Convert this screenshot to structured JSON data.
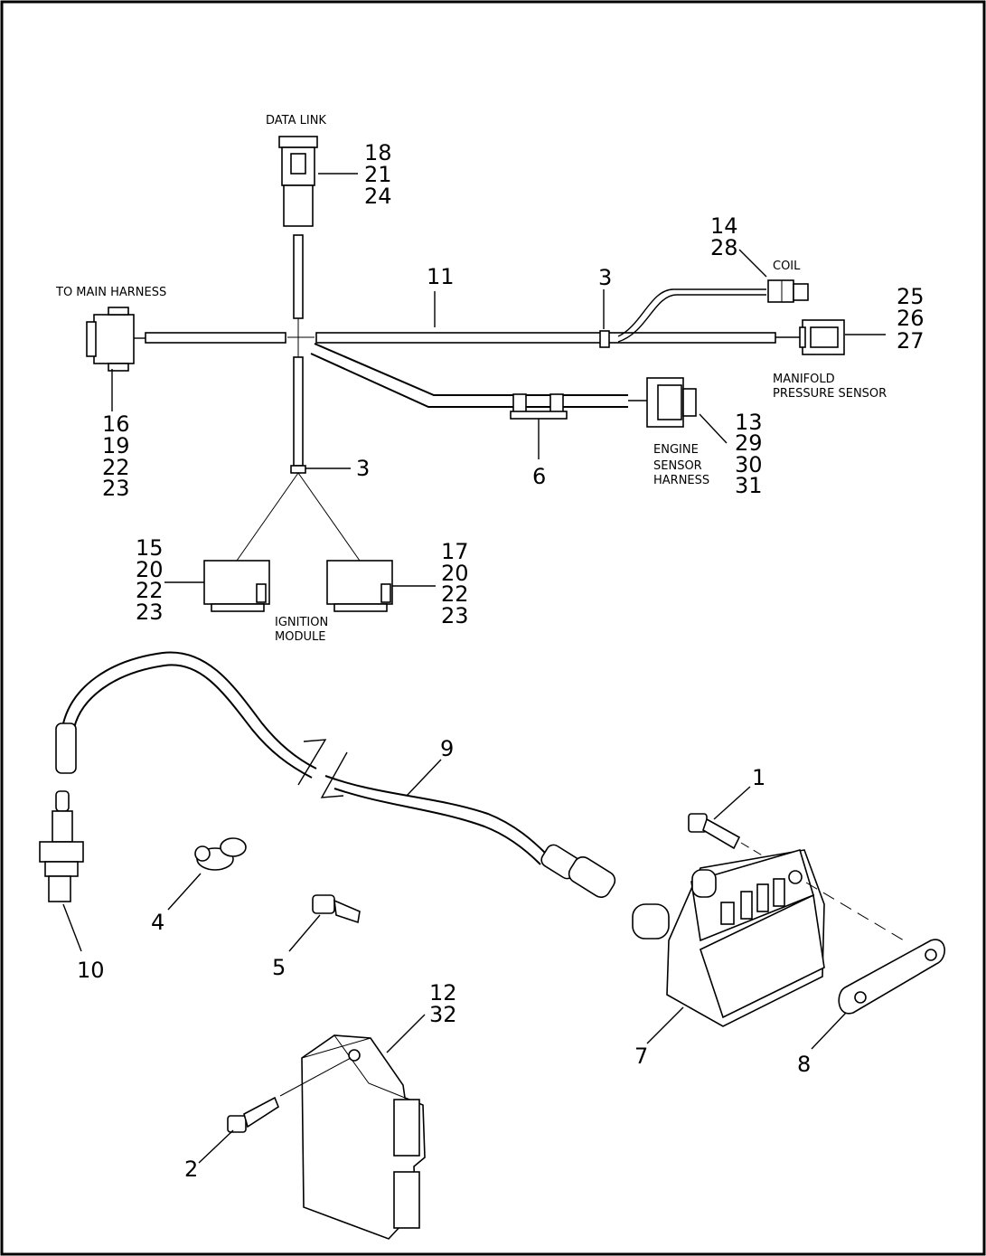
{
  "labels": {
    "data_link": "DATA LINK",
    "to_main_harness": "TO MAIN HARNESS",
    "coil": "COIL",
    "manifold_1": "MANIFOLD",
    "manifold_2": "PRESSURE SENSOR",
    "engine_1": "ENGINE",
    "engine_2": "SENSOR",
    "engine_3": "HARNESS",
    "ignition_1": "IGNITION",
    "ignition_2": "MODULE"
  },
  "callouts": {
    "data_link": [
      "18",
      "21",
      "24"
    ],
    "harness_11": [
      "11"
    ],
    "clip_3_top": [
      "3"
    ],
    "coil": [
      "14",
      "28"
    ],
    "manifold": [
      "25",
      "26",
      "27"
    ],
    "main_harness": [
      "16",
      "19",
      "22",
      "23"
    ],
    "clip_3_lower": [
      "3"
    ],
    "clip_6": [
      "6"
    ],
    "engine_sensor": [
      "13",
      "29",
      "30",
      "31"
    ],
    "ignition_left": [
      "15",
      "20",
      "22",
      "23"
    ],
    "ignition_right": [
      "17",
      "20",
      "22",
      "23"
    ],
    "spark_wire": [
      "9"
    ],
    "screw_1": [
      "1"
    ],
    "clip_4": [
      "4"
    ],
    "clip_5": [
      "5"
    ],
    "spark_plug": [
      "10"
    ],
    "coil_7": [
      "7"
    ],
    "bracket_8": [
      "8"
    ],
    "module_12": [
      "12",
      "32"
    ],
    "screw_2": [
      "2"
    ]
  }
}
